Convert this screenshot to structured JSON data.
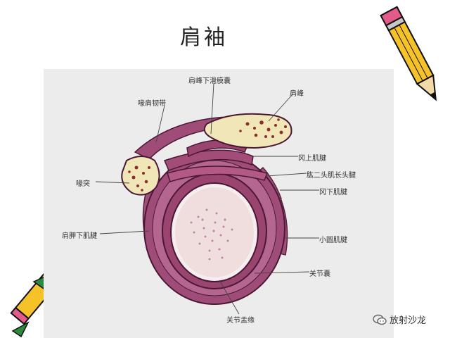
{
  "title": "肩袖",
  "labels": {
    "subacromial_bursa": "肩峰下滑膜囊",
    "acromion": "肩峰",
    "coracoacromial_ligament": "喙肩韧带",
    "coracoid": "喙突",
    "supraspinatus": "冈上肌腱",
    "biceps_long_head": "肱二头肌长头腱",
    "infraspinatus": "冈下肌腱",
    "subscapularis": "肩胛下肌腱",
    "teres_minor": "小圆肌腱",
    "joint_capsule": "关节囊",
    "glenoid_labrum": "关节盂缘"
  },
  "watermark": "放射沙龙",
  "colors": {
    "muscle": "#9c4a74",
    "muscle_light": "#c98aa8",
    "bone_fill": "#f1e6b8",
    "bone_dot": "#8a2f2a",
    "panel": "#ececec"
  },
  "icons": [
    "pencil-icon",
    "chat-bubble-icon"
  ]
}
